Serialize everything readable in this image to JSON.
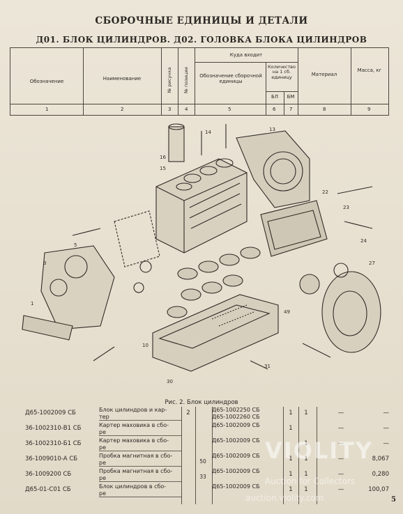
{
  "header": {
    "title": "СБОРОЧНЫЕ ЕДИНИЦЫ И ДЕТАЛИ",
    "subtitle": "Д01. БЛОК ЦИЛИНДРОВ. Д02. ГОЛОВКА БЛОКА ЦИЛИНДРОВ"
  },
  "table_header": {
    "designation": "Обозначение",
    "name": "Наименование",
    "figure_no": "№ рисунка",
    "position_no": "№ позиции",
    "goes_to": "Куда входит",
    "unit_designation": "Обозначение сборочной единицы",
    "quantity": "Количество на 1 сб. единицу",
    "q_col1": "БЛ",
    "q_col2": "БМ",
    "material": "Материал",
    "mass": "Масса, кг",
    "numbers": [
      "1",
      "2",
      "3",
      "4",
      "5",
      "6",
      "7",
      "8",
      "9"
    ]
  },
  "caption": "Рис. 2. Блок цилиндров",
  "rows": [
    {
      "code": "Д65-1002009 СБ",
      "name": [
        "Блок цилиндров и кар-",
        "тер"
      ],
      "fig": "2",
      "pos": "",
      "unit": [
        "Д65-1002250 СБ",
        "Д65-1002260 СБ"
      ],
      "k1": "1",
      "k2": "1",
      "mat": "—",
      "mass": "—"
    },
    {
      "code": "36-1002310-В1 СБ",
      "name": [
        "Картер маховика в сбо-",
        "ре"
      ],
      "fig": "",
      "pos": "",
      "unit": [
        "Д65-1002009 СБ",
        ""
      ],
      "k1": "1",
      "k2": "",
      "mat": "—",
      "mass": "—"
    },
    {
      "code": "36-1002310-Б1 СБ",
      "name": [
        "Картер маховика в сбо-",
        "ре"
      ],
      "fig": "",
      "pos": "",
      "unit": [
        "Д65-1002009 СБ",
        ""
      ],
      "k1": "",
      "k2": "1",
      "mat": "—",
      "mass": "—"
    },
    {
      "code": "36-1009010-А СБ",
      "name": [
        "Пробка магнитная в сбо-",
        "ре"
      ],
      "fig": "",
      "pos": "50",
      "unit": [
        "Д65-1002009 СБ",
        ""
      ],
      "k1": "1",
      "k2": "1",
      "mat": "—",
      "mass": "8,067"
    },
    {
      "code": "36-1009200 СБ",
      "name": [
        "Пробка магнитная в сбо-",
        "ре"
      ],
      "fig": "",
      "pos": "33",
      "unit": [
        "Д65-1002009 СБ",
        ""
      ],
      "k1": "1",
      "k2": "1",
      "mat": "—",
      "mass": "0,280"
    },
    {
      "code": "Д65-01-С01 СБ",
      "name": [
        "Блок цилиндров в сбо-",
        "ре"
      ],
      "fig": "",
      "pos": "",
      "unit": [
        "Д65-1002009 СБ",
        ""
      ],
      "k1": "1",
      "k2": "1",
      "mat": "—",
      "mass": "100,07"
    }
  ],
  "watermark": {
    "brand": "VIOLITY",
    "line1": "Auction for Collectors",
    "line2": "auction.violity.com"
  },
  "page_number": "5"
}
